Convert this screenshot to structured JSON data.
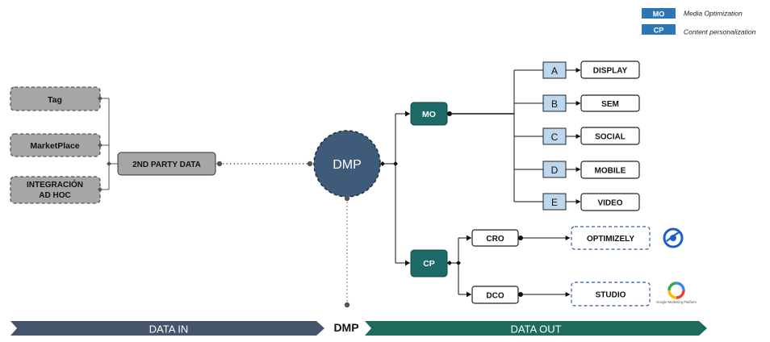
{
  "legend": {
    "items": [
      {
        "badge": "MO",
        "label": "Media Optimization"
      },
      {
        "badge": "CP",
        "label": "Content personalization"
      }
    ]
  },
  "inputs": {
    "sources": [
      "Tag",
      "MarketPlace",
      "INTEGRACIÓN AD HOC"
    ],
    "aggregator": "2ND PARTY DATA"
  },
  "dmp": {
    "label": "DMP"
  },
  "mo": {
    "label": "MO",
    "channels": [
      {
        "letter": "A",
        "name": "DISPLAY"
      },
      {
        "letter": "B",
        "name": "SEM"
      },
      {
        "letter": "C",
        "name": "SOCIAL"
      },
      {
        "letter": "D",
        "name": "MOBILE"
      },
      {
        "letter": "E",
        "name": "VIDEO"
      }
    ]
  },
  "cp": {
    "label": "CP",
    "branches": [
      {
        "name": "CRO",
        "tool": "OPTIMIZELY",
        "logo": "optimizely-logo"
      },
      {
        "name": "DCO",
        "tool": "STUDIO",
        "logo": "google-marketing-platform-logo",
        "logo_caption": "Google Marketing Platform"
      }
    ]
  },
  "footer": {
    "left": "DATA IN",
    "center": "DMP",
    "right": "DATA OUT"
  },
  "colors": {
    "teal": "#1d6b66",
    "dmp_blue": "#3e5b7a",
    "legend_blue": "#2e75b6",
    "grey_box": "#a6a6a6",
    "letter_box": "#bdd7ee",
    "data_in_arrow": "#44546a",
    "data_out_arrow": "#1e6b5e"
  }
}
